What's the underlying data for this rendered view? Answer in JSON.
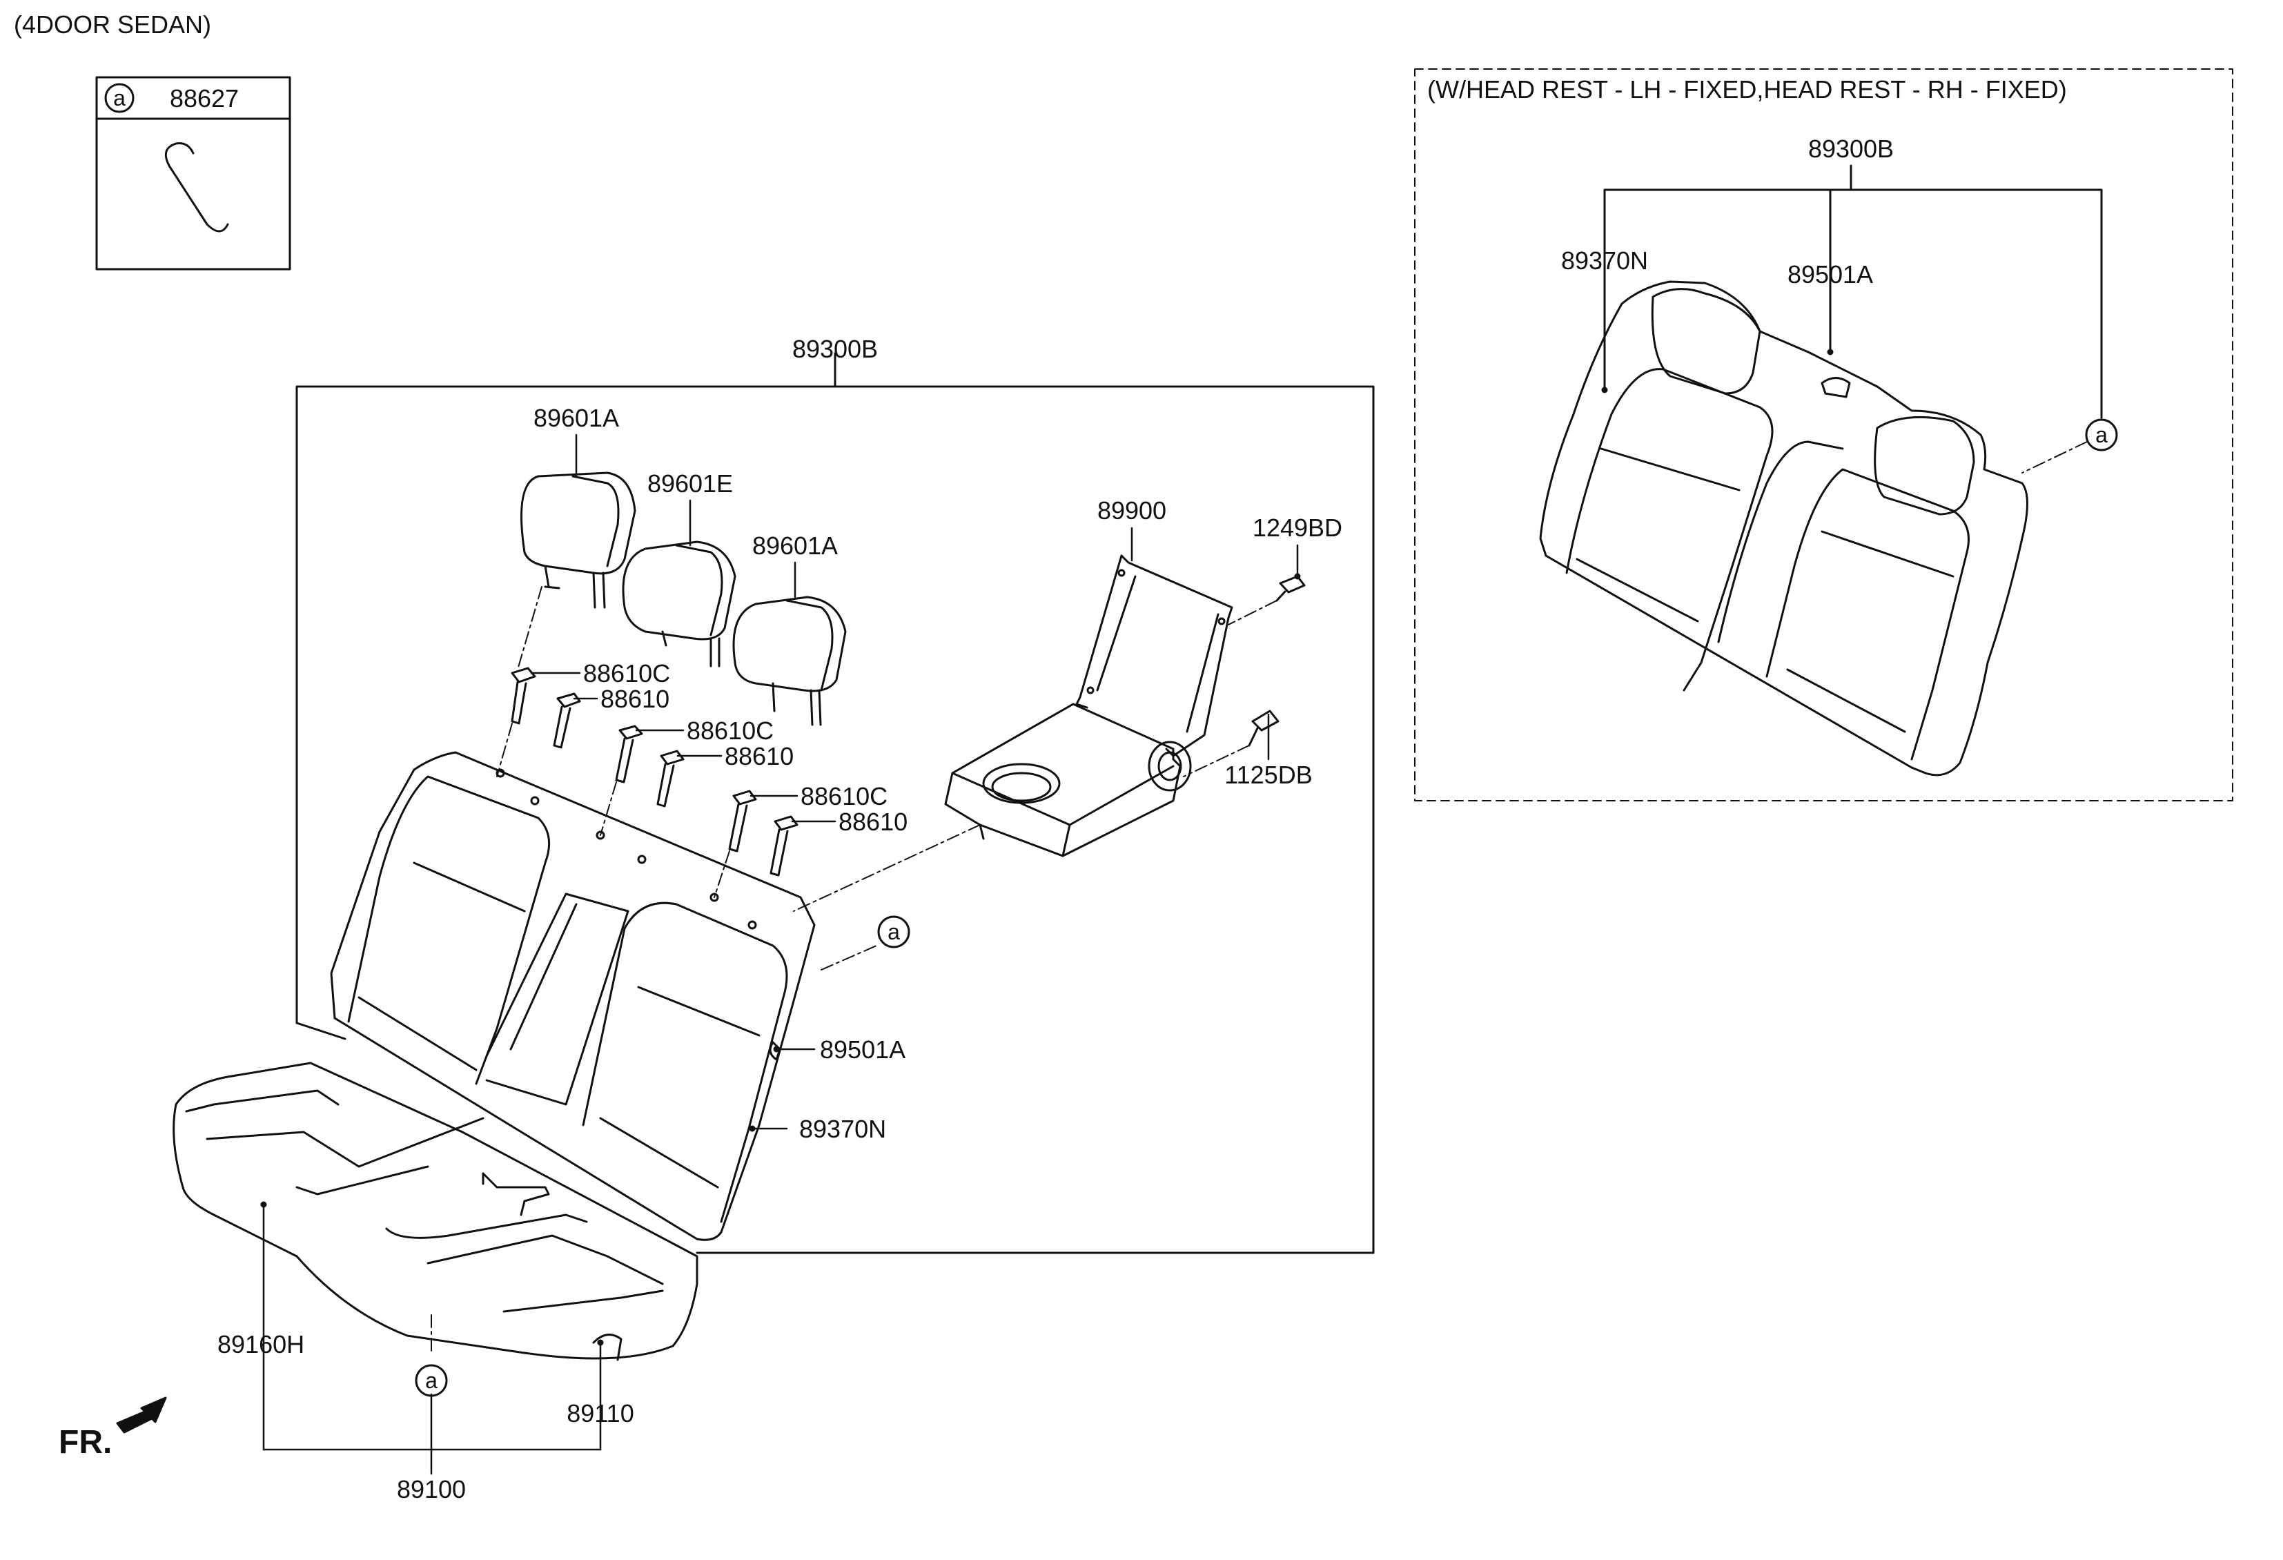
{
  "header": {
    "variant": "(4DOOR SEDAN)"
  },
  "legend_box": {
    "ref_letter": "a",
    "part_no": "88627"
  },
  "main_assembly": {
    "assembly_no": "89300B",
    "labels": {
      "headrest_lh": "89601A",
      "headrest_center": "89601E",
      "headrest_rh": "89601A",
      "guide_1": "88610C",
      "guide_2": "88610",
      "guide_3": "88610C",
      "guide_4": "88610",
      "guide_5": "88610C",
      "guide_6": "88610",
      "armrest": "89900",
      "screw_top": "1249BD",
      "bolt_side": "1125DB",
      "back_frame": "89501A",
      "back_cover": "89370N"
    },
    "ref_circle": "a"
  },
  "cushion": {
    "cover_label": "89160H",
    "pad_label": "89110",
    "assembly_no": "89100",
    "ref_circle": "a"
  },
  "direction": {
    "text": "FR."
  },
  "variant_box": {
    "title": "(W/HEAD REST - LH - FIXED,HEAD REST - RH - FIXED)",
    "assembly_no": "89300B",
    "cover_label": "89370N",
    "frame_label": "89501A",
    "ref_circle": "a"
  }
}
